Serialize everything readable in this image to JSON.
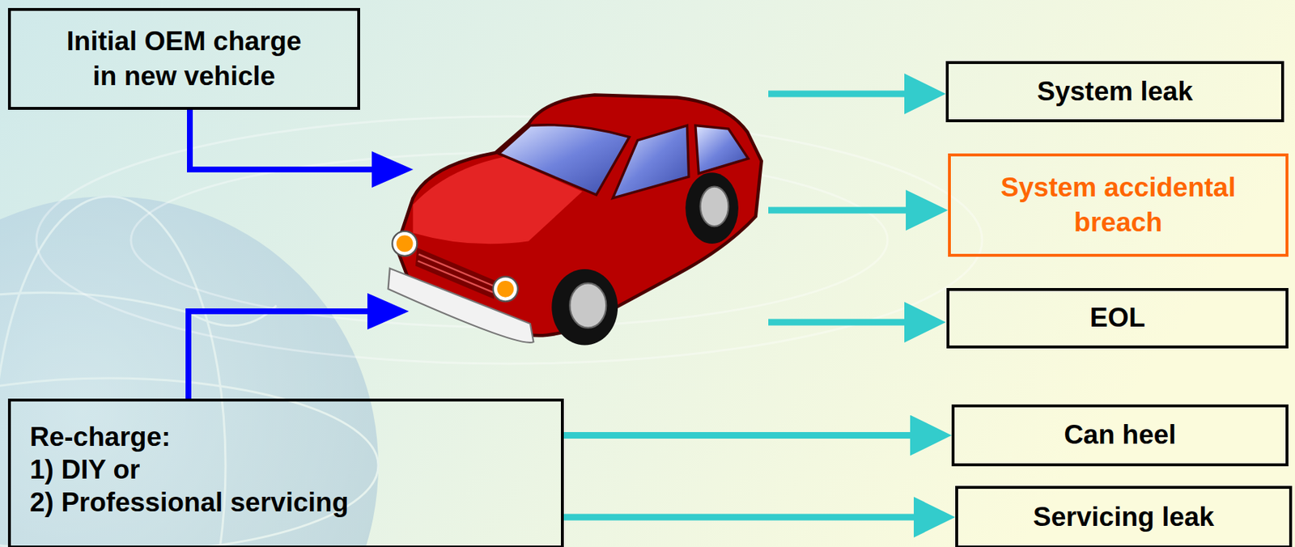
{
  "diagram": {
    "nodes": [
      {
        "text": [
          "Initial OEM charge in new vehicle"
        ]
      },
      {
        "text": [
          "System leak"
        ]
      },
      {
        "text": [
          "System accidental breach"
        ]
      },
      {
        "text": [
          "EOL"
        ]
      },
      {
        "text": [
          "Re-charge:",
          "1) DIY or",
          "2) Professional servicing"
        ]
      },
      {
        "text": [
          "Can heel"
        ]
      },
      {
        "text": [
          "Servicing leak"
        ]
      }
    ],
    "edges": [
      {
        "from": 4,
        "to": 5,
        "arrow": "to"
      },
      {
        "from": 4,
        "to": 6,
        "arrow": "to"
      }
    ]
  }
}
